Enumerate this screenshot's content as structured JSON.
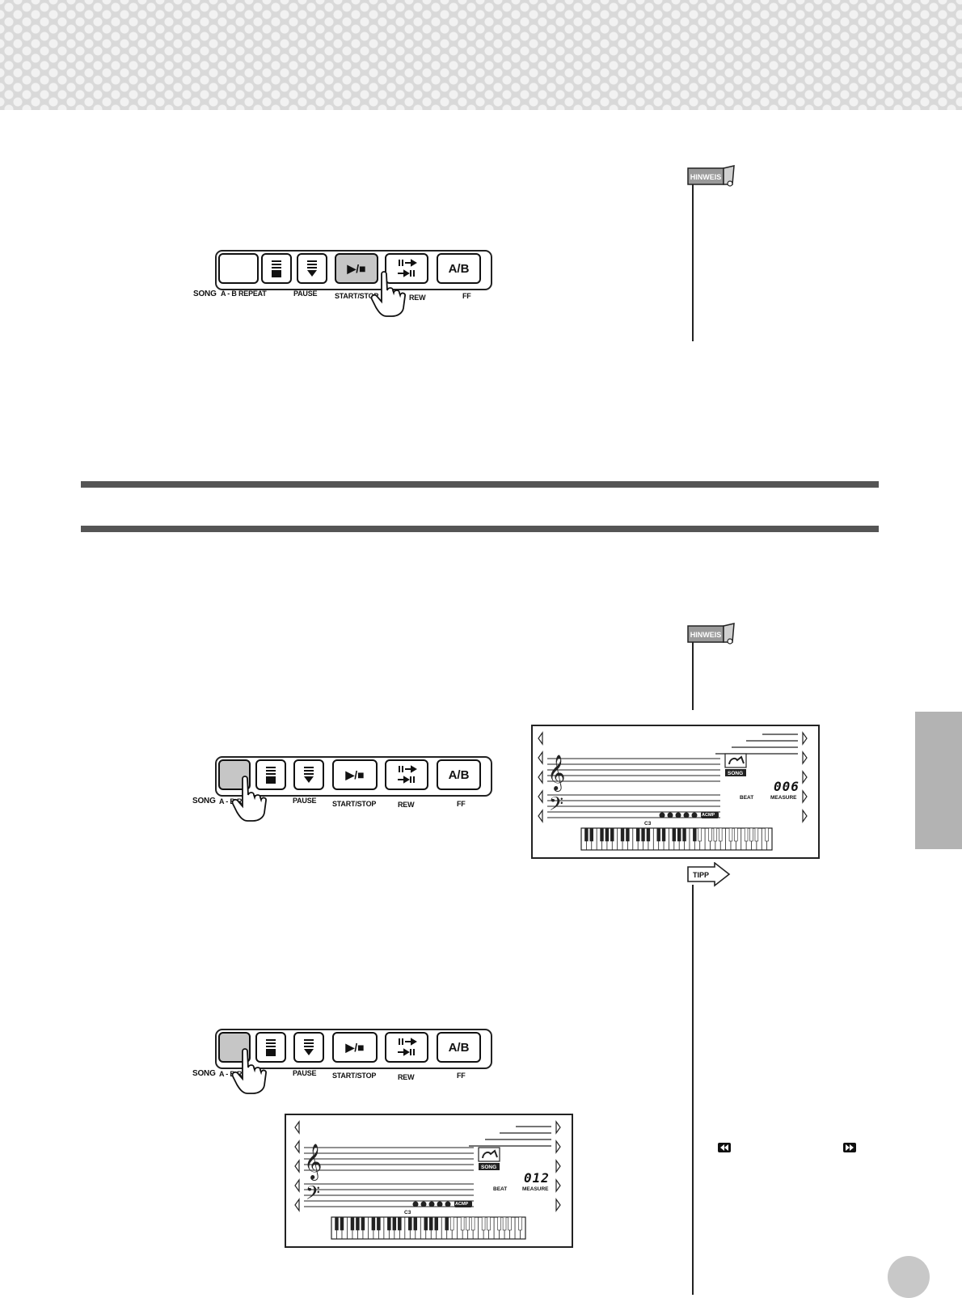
{
  "callouts": {
    "hinweis_1": "HINWEIS",
    "hinweis_2": "HINWEIS",
    "tipp": "TIPP"
  },
  "panel_top": {
    "song": "SONG",
    "ab_repeat": "A - B REPEAT",
    "pause": "PAUSE",
    "start_stop": "START/STOP",
    "rew": "REW",
    "ff": "FF",
    "play_stop_symbol": "▶/■",
    "ab_symbol": "A/B"
  },
  "panel_mid": {
    "song": "SONG",
    "ab_repeat": "A - B RE",
    "pause": "PAUSE",
    "start_stop": "START/STOP",
    "rew": "REW",
    "ff": "FF",
    "play_stop_symbol": "▶/■",
    "ab_symbol": "A/B"
  },
  "panel_bot": {
    "song": "SONG",
    "ab_repeat": "A - B RE",
    "pause": "PAUSE",
    "start_stop": "START/STOP",
    "rew": "REW",
    "ff": "FF",
    "play_stop_symbol": "▶/■",
    "ab_symbol": "A/B"
  },
  "lcd_1": {
    "song_label": "SONG",
    "beat_label": "BEAT",
    "measure_label": "MEASURE",
    "measure_value": "006",
    "acmp": "ACMP",
    "key_marker": "C3"
  },
  "lcd_2": {
    "song_label": "SONG",
    "beat_label": "BEAT",
    "measure_label": "MEASURE",
    "measure_value": "012",
    "acmp": "ACMP",
    "key_marker": "C3"
  },
  "icons": [
    "rewind-icon",
    "fast-forward-icon",
    "pause-icon",
    "hand-press-icon"
  ]
}
